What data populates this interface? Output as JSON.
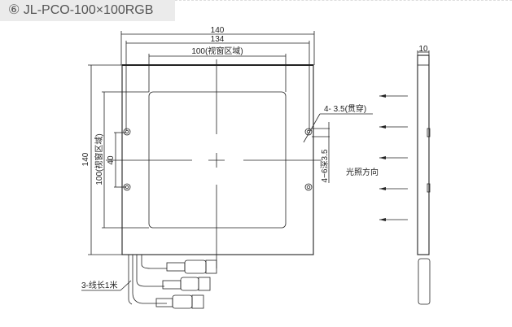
{
  "title": "⑥ JL-PCO-100×100RGB",
  "dims": {
    "outer_width": "140",
    "hole_span": "134",
    "window_width": "100(视窗区域)",
    "outer_height": "140",
    "window_height": "100(视窗区域)",
    "hole_pitch": "40",
    "thickness": "10",
    "holes": "4-  3.5(贯穿)",
    "threaded": "4−6深3.5",
    "cable": "3-线长1米"
  },
  "light_direction": "光照方向"
}
